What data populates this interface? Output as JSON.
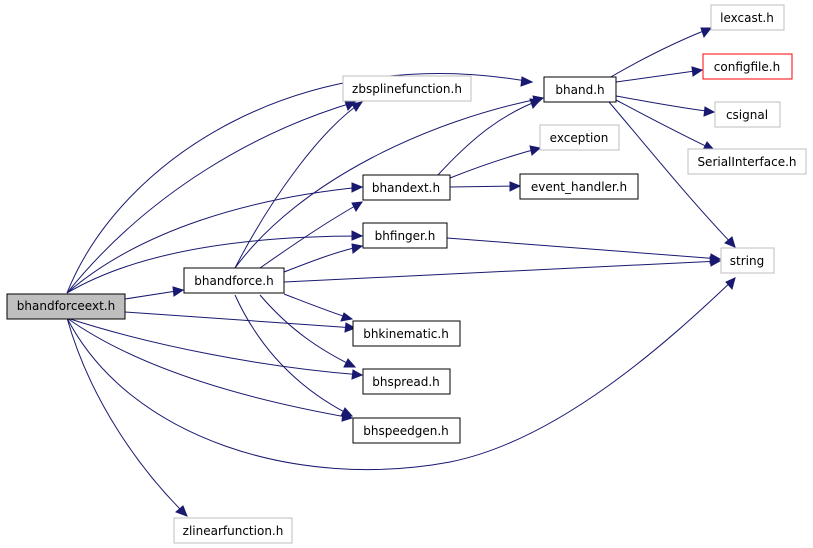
{
  "colors": {
    "edge": "#191970",
    "root_fill": "#bfbfbf",
    "root_border": "#000000",
    "documented_border": "#000000",
    "undocumented_border": "#bfbfbf",
    "incomplete_border": "#ff0000"
  },
  "nodes": {
    "bhandforceext": {
      "label": "bhandforceext.h",
      "kind": "root"
    },
    "bhandforce": {
      "label": "bhandforce.h",
      "kind": "documented"
    },
    "zbspline": {
      "label": "zbsplinefunction.h",
      "kind": "undocumented"
    },
    "bhand": {
      "label": "bhand.h",
      "kind": "documented"
    },
    "lexcast": {
      "label": "lexcast.h",
      "kind": "undocumented"
    },
    "configfile": {
      "label": "configfile.h",
      "kind": "incomplete"
    },
    "csignal": {
      "label": "csignal",
      "kind": "undocumented"
    },
    "serial": {
      "label": "SerialInterface.h",
      "kind": "undocumented"
    },
    "exception": {
      "label": "exception",
      "kind": "undocumented"
    },
    "bhandext": {
      "label": "bhandext.h",
      "kind": "documented"
    },
    "event_handler": {
      "label": "event_handler.h",
      "kind": "documented"
    },
    "bhfinger": {
      "label": "bhfinger.h",
      "kind": "documented"
    },
    "string": {
      "label": "string",
      "kind": "undocumented"
    },
    "bhkinematic": {
      "label": "bhkinematic.h",
      "kind": "documented"
    },
    "bhspread": {
      "label": "bhspread.h",
      "kind": "documented"
    },
    "bhspeedgen": {
      "label": "bhspeedgen.h",
      "kind": "documented"
    },
    "zlinear": {
      "label": "zlinearfunction.h",
      "kind": "undocumented"
    }
  },
  "edges": [
    [
      "bhandforceext",
      "bhand"
    ],
    [
      "bhandforceext",
      "zbspline"
    ],
    [
      "bhandforceext",
      "bhandext"
    ],
    [
      "bhandforceext",
      "bhfinger"
    ],
    [
      "bhandforceext",
      "bhandforce"
    ],
    [
      "bhandforceext",
      "bhkinematic"
    ],
    [
      "bhandforceext",
      "bhspread"
    ],
    [
      "bhandforceext",
      "bhspeedgen"
    ],
    [
      "bhandforceext",
      "string"
    ],
    [
      "bhandforceext",
      "zlinear"
    ],
    [
      "bhandforce",
      "zbspline"
    ],
    [
      "bhandforce",
      "bhand"
    ],
    [
      "bhandforce",
      "bhandext"
    ],
    [
      "bhandforce",
      "bhfinger"
    ],
    [
      "bhandforce",
      "string"
    ],
    [
      "bhandforce",
      "bhkinematic"
    ],
    [
      "bhandforce",
      "bhspread"
    ],
    [
      "bhandforce",
      "bhspeedgen"
    ],
    [
      "bhand",
      "lexcast"
    ],
    [
      "bhand",
      "configfile"
    ],
    [
      "bhand",
      "csignal"
    ],
    [
      "bhand",
      "serial"
    ],
    [
      "bhand",
      "string"
    ],
    [
      "bhandext",
      "bhand"
    ],
    [
      "bhandext",
      "exception"
    ],
    [
      "bhandext",
      "event_handler"
    ],
    [
      "bhfinger",
      "string"
    ]
  ]
}
